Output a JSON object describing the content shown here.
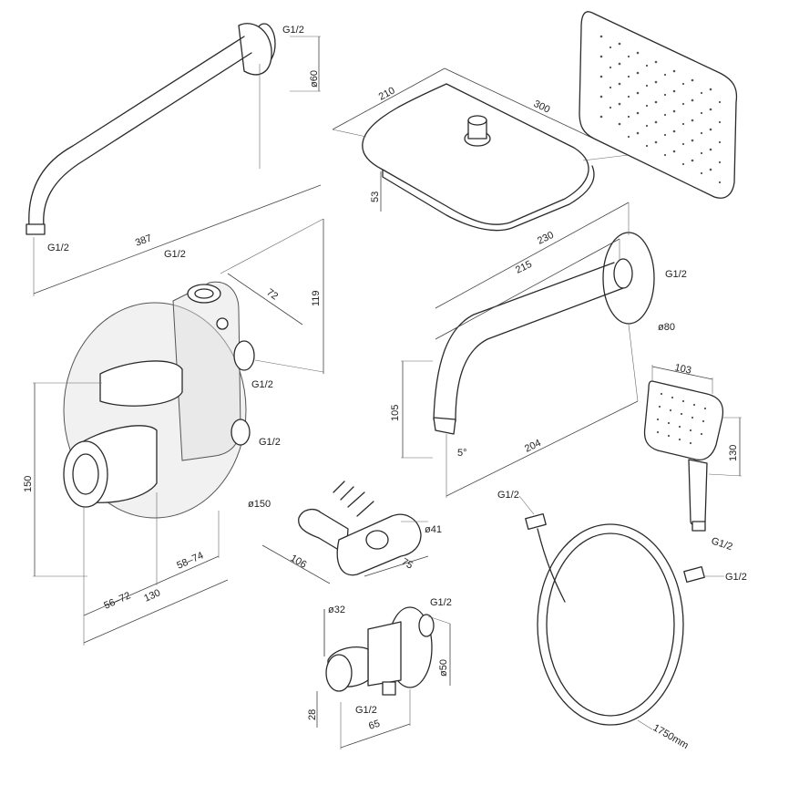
{
  "colors": {
    "line": "#2a2a2a",
    "background": "#ffffff"
  },
  "labels": {
    "arm_thread_top": "G1/2",
    "arm_flange_dia": "ø60",
    "arm_length": "387",
    "arm_thread_end": "G1/2",
    "head_width": "210",
    "head_length": "300",
    "head_height": "53",
    "spout_len_230": "230",
    "spout_len_215": "215",
    "spout_thread": "G1/2",
    "spout_flange": "ø80",
    "spout_height": "105",
    "spout_angle": "5°",
    "spout_reach": "204",
    "valve_top_thread": "G1/2",
    "valve_depth_72": "72",
    "valve_height_119": "119",
    "valve_side_thread_1": "G1/2",
    "valve_side_thread_2": "G1/2",
    "valve_plate_height": "150",
    "valve_plate_dia": "ø150",
    "valve_range_1": "58–74",
    "valve_range_2": "56–72",
    "valve_depth_130": "130",
    "holder_len": "106",
    "holder_dia": "ø41",
    "holder_depth": "75",
    "hand_width": "103",
    "hand_height": "130",
    "hand_thread": "G1/2",
    "hose_thread_1": "G1/2",
    "hose_thread_2": "G1/2",
    "hose_length": "1750mm",
    "outlet_dia": "ø32",
    "outlet_thread_top": "G1/2",
    "outlet_flange": "ø50",
    "outlet_height": "28",
    "outlet_thread_bottom": "G1/2",
    "outlet_depth": "65"
  }
}
